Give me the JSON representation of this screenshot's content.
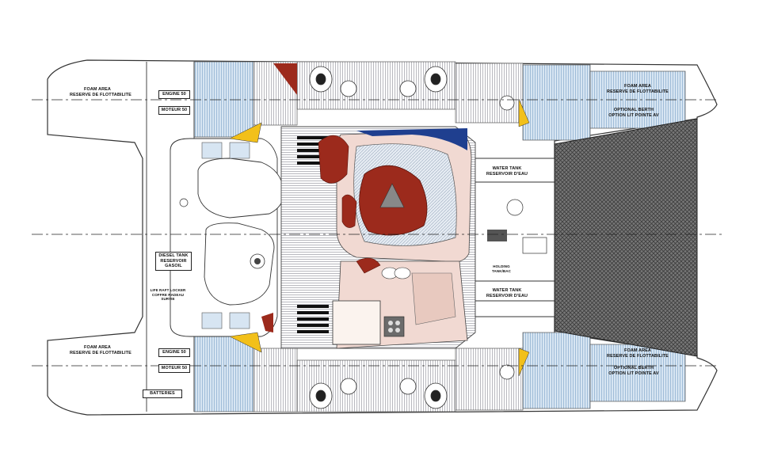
{
  "labels": {
    "foam_area_port": "FOAM AREA",
    "foam_reserve_port": "RESERVE DE FLOTTABILITE",
    "foam_area_stbd": "FOAM AREA",
    "foam_reserve_stbd": "RESERVE DE FLOTTABILITE",
    "foam_area_bow_port": "FOAM AREA",
    "foam_reserve_bow_port": "RESERVE DE FLOTTABILITE",
    "foam_area_bow_stbd": "FOAM AREA",
    "foam_reserve_bow_stbd": "RESERVE DE FLOTTABILITE",
    "engine_port_en": "ENGINE 50",
    "engine_port_fr": "MOTEUR 50",
    "engine_stbd_en": "ENGINE 50",
    "engine_stbd_fr": "MOTEUR 50",
    "diesel_tank_en": "DIESEL TANK",
    "diesel_tank_fr": "RESERVOIR",
    "diesel_tank_fr2": "GASOIL",
    "water_tank_top_en": "WATER TANK",
    "water_tank_top_fr": "RESERVOIR D'EAU",
    "water_tank_bot_en": "WATER TANK",
    "water_tank_bot_fr": "RESERVOIR D'EAU",
    "optional_berth_top_en": "OPTIONAL BERTH",
    "optional_berth_top_fr": "OPTION LIT POINTE AV",
    "optional_berth_bot_en": "OPTIONAL BERTH",
    "optional_berth_bot_fr": "OPTION LIT POINTE AV",
    "batteries": "BATTERIES",
    "holding_tank_en": "HOLDING",
    "holding_tank_fr": "TANK/BAC",
    "liferaft_1": "LIFE RAFT LOCKER",
    "liferaft_2": "COFFRE RADEAU",
    "liferaft_3": "SURVIE"
  },
  "colors": {
    "hull_line": "#333333",
    "sole_stripe": "#b9b9bf",
    "cabin_blue": "#bcd3e8",
    "salon_pink": "#f1d9d2",
    "table_red": "#9c2a1c",
    "accent_yellow": "#f2c01a",
    "navy": "#1f3f8f",
    "trampoline": "#555555"
  }
}
